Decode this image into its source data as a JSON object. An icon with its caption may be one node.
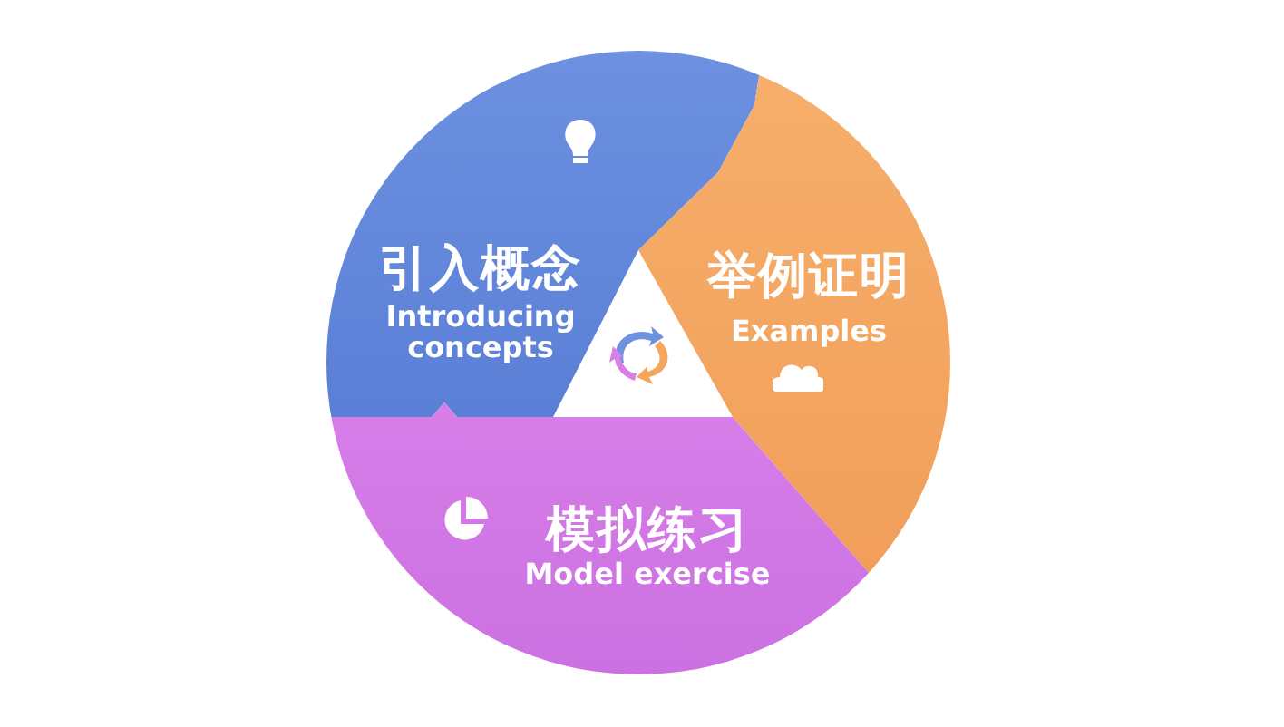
{
  "diagram": {
    "nodes": [
      {
        "text": [
          "引入概念",
          "Introducing concepts"
        ]
      },
      {
        "text": [
          "举例证明",
          "Examples"
        ]
      },
      {
        "text": [
          "模拟练习",
          "Model exercise"
        ]
      }
    ]
  }
}
